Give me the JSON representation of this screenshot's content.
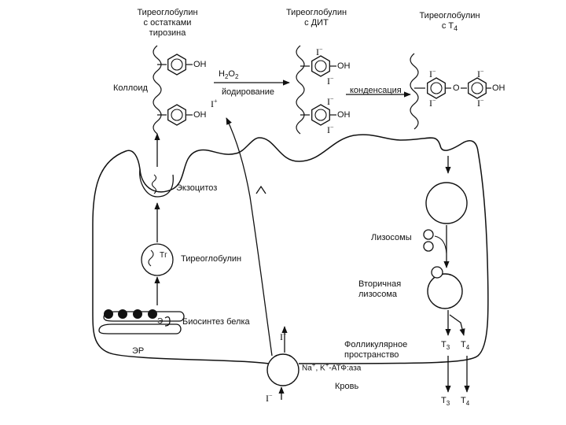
{
  "labels": {
    "tg_tyrosine": "Тиреоглобулин\nс остатками\nтирозина",
    "tg_dit": "Тиреоглобулин\nс ДИТ",
    "tg_t4_prefix": "Тиреоглобулин\nс Т",
    "tg_t4_sub": "4",
    "colloid": "Коллоид",
    "h2o2_h": "H",
    "h2o2_2a": "2",
    "h2o2_o": "O",
    "h2o2_2b": "2",
    "iodination": "йодирование",
    "condensation": "конденсация",
    "exocytosis": "Экзоцитоз",
    "thyroglobulin": "Тиреоглобулин",
    "tg_abbr": "Тг",
    "lysosomes": "Лизосомы",
    "secondary_lysosome": "Вторичная\nлизосома",
    "protein_biosynthesis": "Биосинтез белка",
    "er": "ЭР",
    "golgi": "Э",
    "follicular_space": "Фолликулярное\nпространство",
    "atpase": "-АТФ:аза",
    "na": "Na",
    "k": "K",
    "plus": "+",
    "blood": "Кровь",
    "oh": "OH",
    "o": "O",
    "iodine": "I",
    "iodine_minus": "−",
    "iodine_plus": "+",
    "t": "T",
    "sub3": "3",
    "sub4": "4"
  },
  "colors": {
    "ink": "#111111",
    "background": "#ffffff"
  }
}
